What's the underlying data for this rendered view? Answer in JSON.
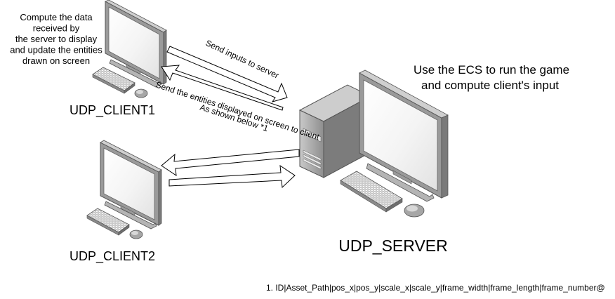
{
  "nodes": {
    "client1": "UDP_CLIENT1",
    "client2": "UDP_CLIENT2",
    "server": "UDP_SERVER"
  },
  "client_note": [
    "Compute the data",
    "received by",
    "the server to display",
    "and update the entities",
    "drawn on screen"
  ],
  "server_note": [
    "Use the ECS to run the game",
    "and compute client's input"
  ],
  "arrows": {
    "send_inputs": "Send inputs to server",
    "send_entities_line1": "Send the entities displayed on screen to client",
    "send_entities_line2": "As shown below *1"
  },
  "footnote": "1. ID|Asset_Path|pos_x|pos_y|scale_x|scale_y|frame_width|frame_length|frame_number@",
  "icons": [
    "desktop-computer-icon",
    "desktop-computer-icon",
    "server-computer-icon"
  ]
}
